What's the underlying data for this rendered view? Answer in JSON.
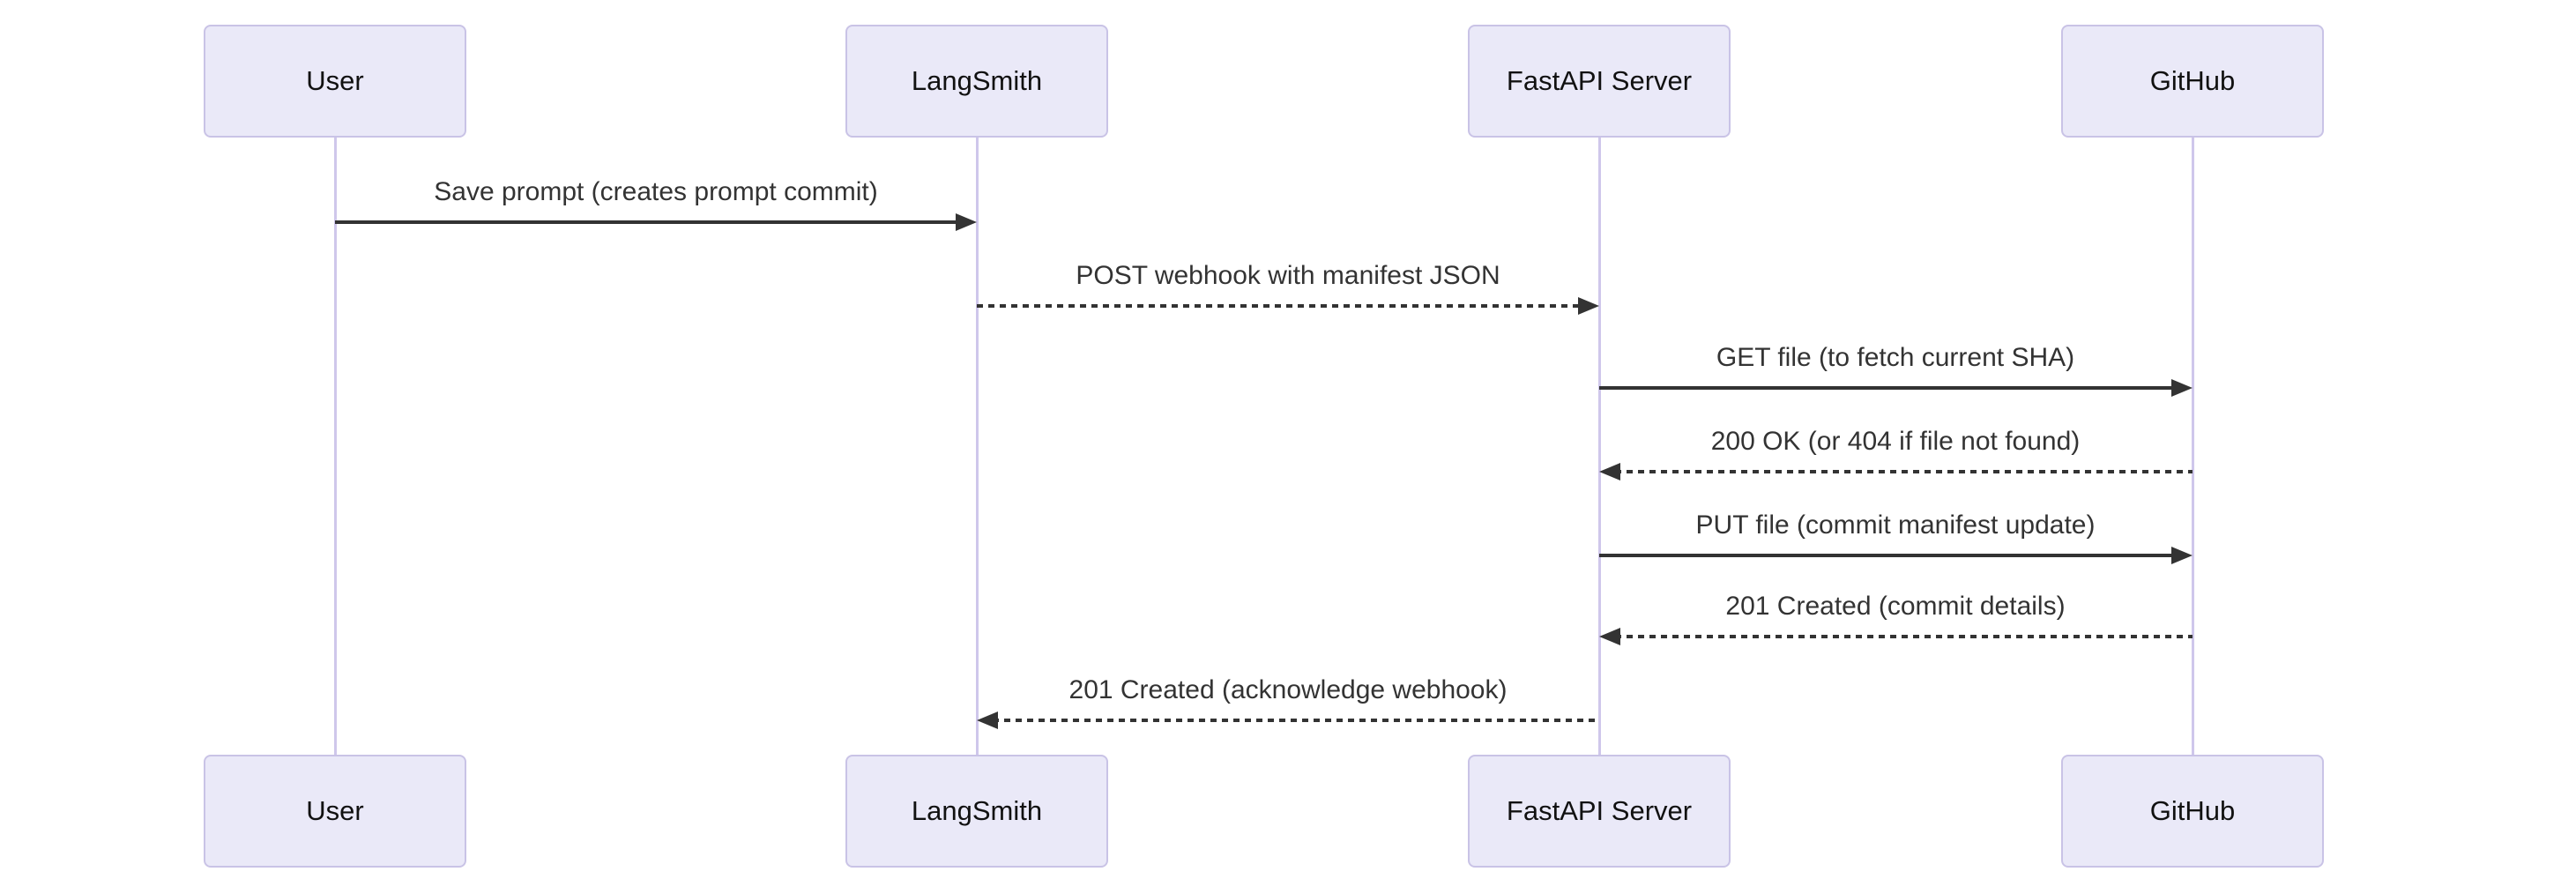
{
  "diagram": {
    "type": "sequence-diagram",
    "background_color": "#ffffff",
    "colors": {
      "actor_fill": "#EAE9F8",
      "actor_border": "#C9C3E6",
      "lifeline": "#CFC7EB",
      "message_line": "#333333",
      "message_text": "#333333",
      "actor_text": "#111111"
    },
    "actors": [
      {
        "id": "user",
        "label": "User"
      },
      {
        "id": "langsmith",
        "label": "LangSmith"
      },
      {
        "id": "fastapi",
        "label": "FastAPI Server"
      },
      {
        "id": "github",
        "label": "GitHub"
      }
    ],
    "messages": [
      {
        "from": "User",
        "to": "LangSmith",
        "text": "Save prompt (creates prompt commit)",
        "line_style": "solid",
        "direction": "right"
      },
      {
        "from": "LangSmith",
        "to": "FastAPI Server",
        "text": "POST webhook with manifest JSON",
        "line_style": "dashed",
        "direction": "right"
      },
      {
        "from": "FastAPI Server",
        "to": "GitHub",
        "text": "GET file (to fetch current SHA)",
        "line_style": "solid",
        "direction": "right"
      },
      {
        "from": "GitHub",
        "to": "FastAPI Server",
        "text": "200 OK (or 404 if file not found)",
        "line_style": "dashed",
        "direction": "left"
      },
      {
        "from": "FastAPI Server",
        "to": "GitHub",
        "text": "PUT file (commit manifest update)",
        "line_style": "solid",
        "direction": "right"
      },
      {
        "from": "GitHub",
        "to": "FastAPI Server",
        "text": "201 Created (commit details)",
        "line_style": "dashed",
        "direction": "left"
      },
      {
        "from": "FastAPI Server",
        "to": "LangSmith",
        "text": "201 Created (acknowledge webhook)",
        "line_style": "dashed",
        "direction": "left"
      }
    ]
  }
}
